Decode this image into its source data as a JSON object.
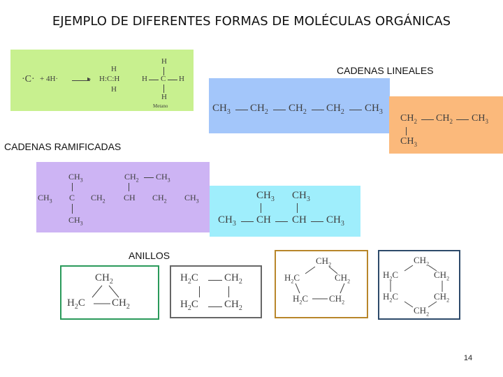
{
  "slide": {
    "title": "EJEMPLO DE DIFERENTES FORMAS DE MOLÉCULAS ORGÁNICAS",
    "page_number": "14",
    "colors": {
      "green": "#c8f08f",
      "blue": "#a3c6fa",
      "orange": "#fbb97b",
      "purple": "#cdb4f4",
      "cyan": "#9feefc",
      "green_border": "#2a9a5a",
      "gray_border": "#666666",
      "brown_border": "#b8862a",
      "navy_border": "#2d4a6a"
    }
  },
  "labels": {
    "lineales": "CADENAS LINEALES",
    "ramificadas": "CADENAS RAMIFICADAS",
    "anillos": "ANILLOS"
  },
  "methane": {
    "c_dot": "·C·",
    "plus_4h": "+ 4H·",
    "lewis_h_top": "H",
    "lewis_mid": "H:C:H",
    "lewis_h_bot": "H",
    "struct_h_top": "H",
    "struct_mid_left": "H",
    "struct_c": "C",
    "struct_mid_right": "H",
    "struct_h_bot": "H",
    "caption": "Metano"
  },
  "linear": {
    "a": {
      "g1": "CH",
      "g1sub": "3",
      "g2": "CH",
      "g2sub": "2",
      "g3": "CH",
      "g3sub": "2",
      "g4": "CH",
      "g4sub": "2",
      "g5": "CH",
      "g5sub": "3"
    },
    "b": {
      "g1": "CH",
      "g1sub": "2",
      "g2": "CH",
      "g2sub": "2",
      "g3": "CH",
      "g3sub": "3",
      "g4": "CH",
      "g4sub": "3"
    }
  },
  "branched": {
    "a": {
      "ch3_top": "CH",
      "ch3_top_sub": "3",
      "ch2_top": "CH",
      "ch2_top_sub": "2",
      "ch3_top_right": "CH",
      "ch3_top_right_sub": "3",
      "m1": "CH",
      "m1sub": "3",
      "m2": "C",
      "m3": "CH",
      "m3sub": "2",
      "m4": "CH",
      "m5": "CH",
      "m5sub": "2",
      "m6": "CH",
      "m6sub": "3",
      "ch3_bot": "CH",
      "ch3_bot_sub": "3"
    },
    "b": {
      "top1": "CH",
      "top1sub": "3",
      "top2": "CH",
      "top2sub": "3",
      "m1": "CH",
      "m1sub": "3",
      "m2": "CH",
      "m3": "CH",
      "m4": "CH",
      "m4sub": "3"
    }
  },
  "rings": {
    "r3": {
      "top": "CH",
      "top_sub": "2",
      "bl": "H",
      "bl_sub": "2",
      "bl_c": "C",
      "br": "CH",
      "br_sub": "2"
    },
    "r4": {
      "tl": "H",
      "tl_sub": "2",
      "tl_c": "C",
      "tr": "CH",
      "tr_sub": "2",
      "bl": "H",
      "bl_sub": "2",
      "bl_c": "C",
      "br": "CH",
      "br_sub": "2"
    },
    "r5": {
      "top": "CH",
      "top_sub": "2",
      "l": "H",
      "l_sub": "2",
      "l_c": "C",
      "r": "CH",
      "r_sub": "2",
      "bl": "H",
      "bl_sub": "2",
      "bl_c": "C",
      "br": "CH",
      "br_sub": "2"
    },
    "r6": {
      "top": "CH",
      "top_sub": "2",
      "ul": "H",
      "ul_sub": "2",
      "ul_c": "C",
      "ur": "CH",
      "ur_sub": "2",
      "ll": "H",
      "ll_sub": "2",
      "ll_c": "C",
      "lr": "CH",
      "lr_sub": "2",
      "bot": "CH",
      "bot_sub": "2"
    }
  }
}
